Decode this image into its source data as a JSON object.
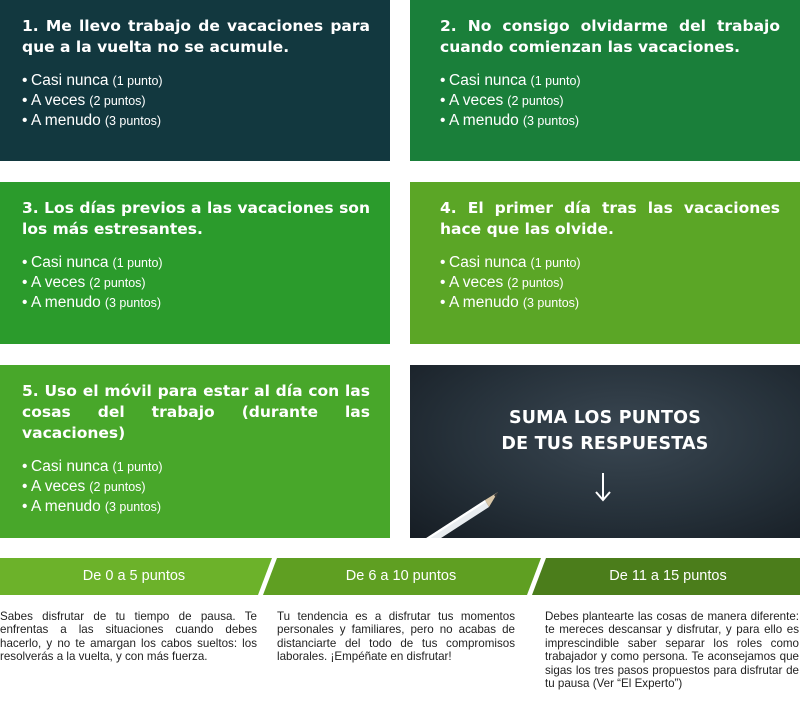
{
  "questions": [
    {
      "title": "1. Me llevo trabajo de vacaciones para que a la vuelta no se acumule.",
      "options": [
        {
          "text": "Casi nunca",
          "points": "(1 punto)"
        },
        {
          "text": "A veces",
          "points": "(2 puntos)"
        },
        {
          "text": "A menudo",
          "points": "(3 puntos)"
        }
      ]
    },
    {
      "title": "2. No consigo olvidarme del trabajo cuando comienzan las vacaciones.",
      "options": [
        {
          "text": "Casi nunca",
          "points": "(1 punto)"
        },
        {
          "text": "A veces",
          "points": "(2 puntos)"
        },
        {
          "text": "A menudo",
          "points": "(3 puntos)"
        }
      ]
    },
    {
      "title": "3. Los días previos a las vacaciones son los más estresantes.",
      "options": [
        {
          "text": "Casi nunca",
          "points": "(1 punto)"
        },
        {
          "text": "A veces",
          "points": "(2 puntos)"
        },
        {
          "text": "A menudo",
          "points": "(3 puntos)"
        }
      ]
    },
    {
      "title": "4. El primer día tras las vacaciones hace que las olvide.",
      "options": [
        {
          "text": "Casi nunca",
          "points": "(1 punto)"
        },
        {
          "text": "A veces",
          "points": "(2 puntos)"
        },
        {
          "text": "A menudo",
          "points": "(3 puntos)"
        }
      ]
    },
    {
      "title": "5. Uso el móvil para estar al día con las cosas del trabajo (durante las vacaciones)",
      "options": [
        {
          "text": "Casi nunca",
          "points": "(1 punto)"
        },
        {
          "text": "A veces",
          "points": "(2 puntos)"
        },
        {
          "text": "A menudo",
          "points": "(3 puntos)"
        }
      ]
    }
  ],
  "sum_panel": {
    "line1": "SUMA LOS PUNTOS",
    "line2": "DE TUS RESPUESTAS",
    "arrow_icon": "arrow-down-icon"
  },
  "results": [
    {
      "range": "De 0 a 5 puntos",
      "text": "Sabes disfrutar de tu tiempo de pausa. Te enfrentas a las situaciones cuando debes hacerlo, y no te amargan los cabos sueltos: los resolverás a la vuelta, y con más fuerza."
    },
    {
      "range": "De 6 a 10 puntos",
      "text": "Tu tendencia es a disfrutar tus momentos personales y familiares, pero no acabas de distanciarte del todo de tus compromisos laborales. ¡Empéñate en disfrutar!"
    },
    {
      "range": "De 11 a 15 puntos",
      "text": "Debes plantearte las cosas de manera diferente: te mereces descansar y disfrutar, y para ello es imprescindible saber separar los roles como trabajador y como persona. Te aconsejamos que sigas los tres pasos propuestos para disfrutar de tu pausa (Ver “El Experto”)"
    }
  ],
  "colors": {
    "card1": "#12383f",
    "card2": "#1a7f3a",
    "card3": "#2b9b2c",
    "card4": "#5ba626",
    "card5": "#48a72a",
    "band1": "#6cb22a",
    "band2": "#5f9f22",
    "band3": "#4b7d1b"
  }
}
